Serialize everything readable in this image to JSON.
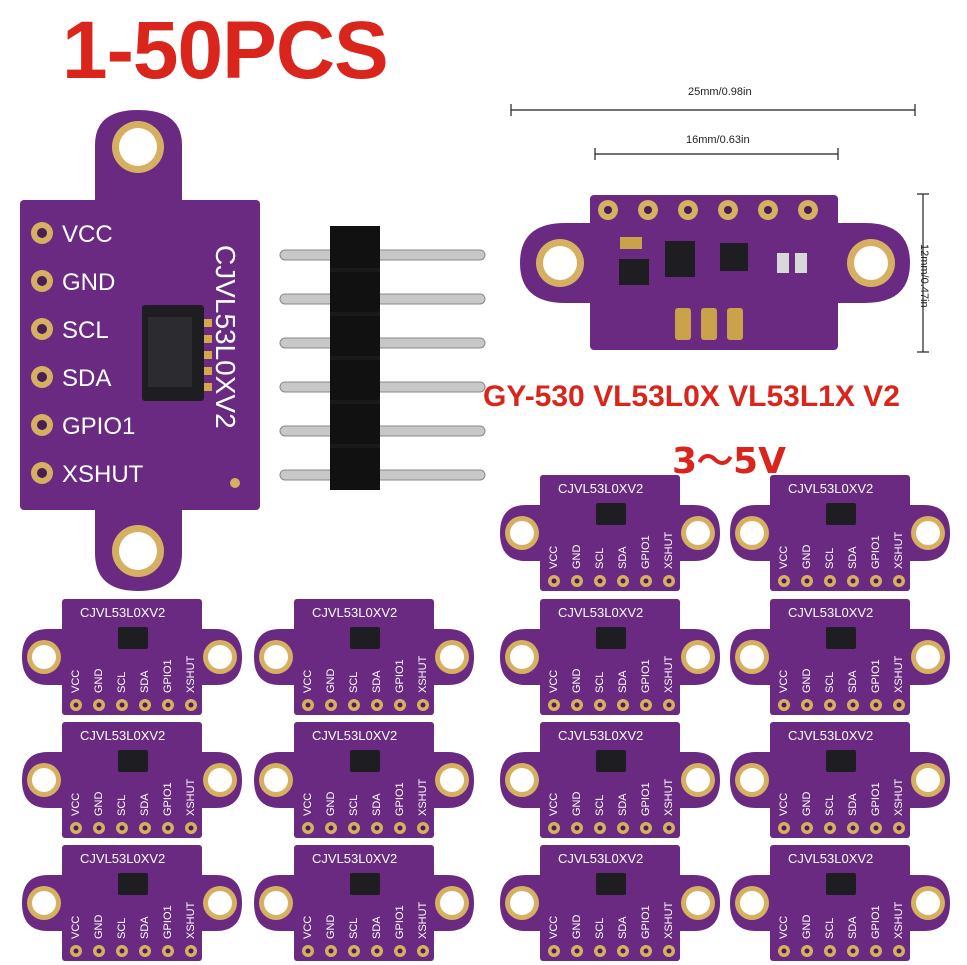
{
  "title": "1-50PCS",
  "model_text": "GY-530 VL53L0X VL53L1X V2",
  "voltage_text": "3～5V",
  "board_label": "CJVL53L0XV2",
  "pins": [
    "VCC",
    "GND",
    "SCL",
    "SDA",
    "GPIO1",
    "XSHUT"
  ],
  "dimensions": {
    "width_total": "25mm/0.98in",
    "width_inner": "16mm/0.63in",
    "height": "12mm/0.47in"
  },
  "colors": {
    "pcb_purple": "#6a2a82",
    "pad_gold": "#c9a24a",
    "title_red": "#d9251c"
  }
}
